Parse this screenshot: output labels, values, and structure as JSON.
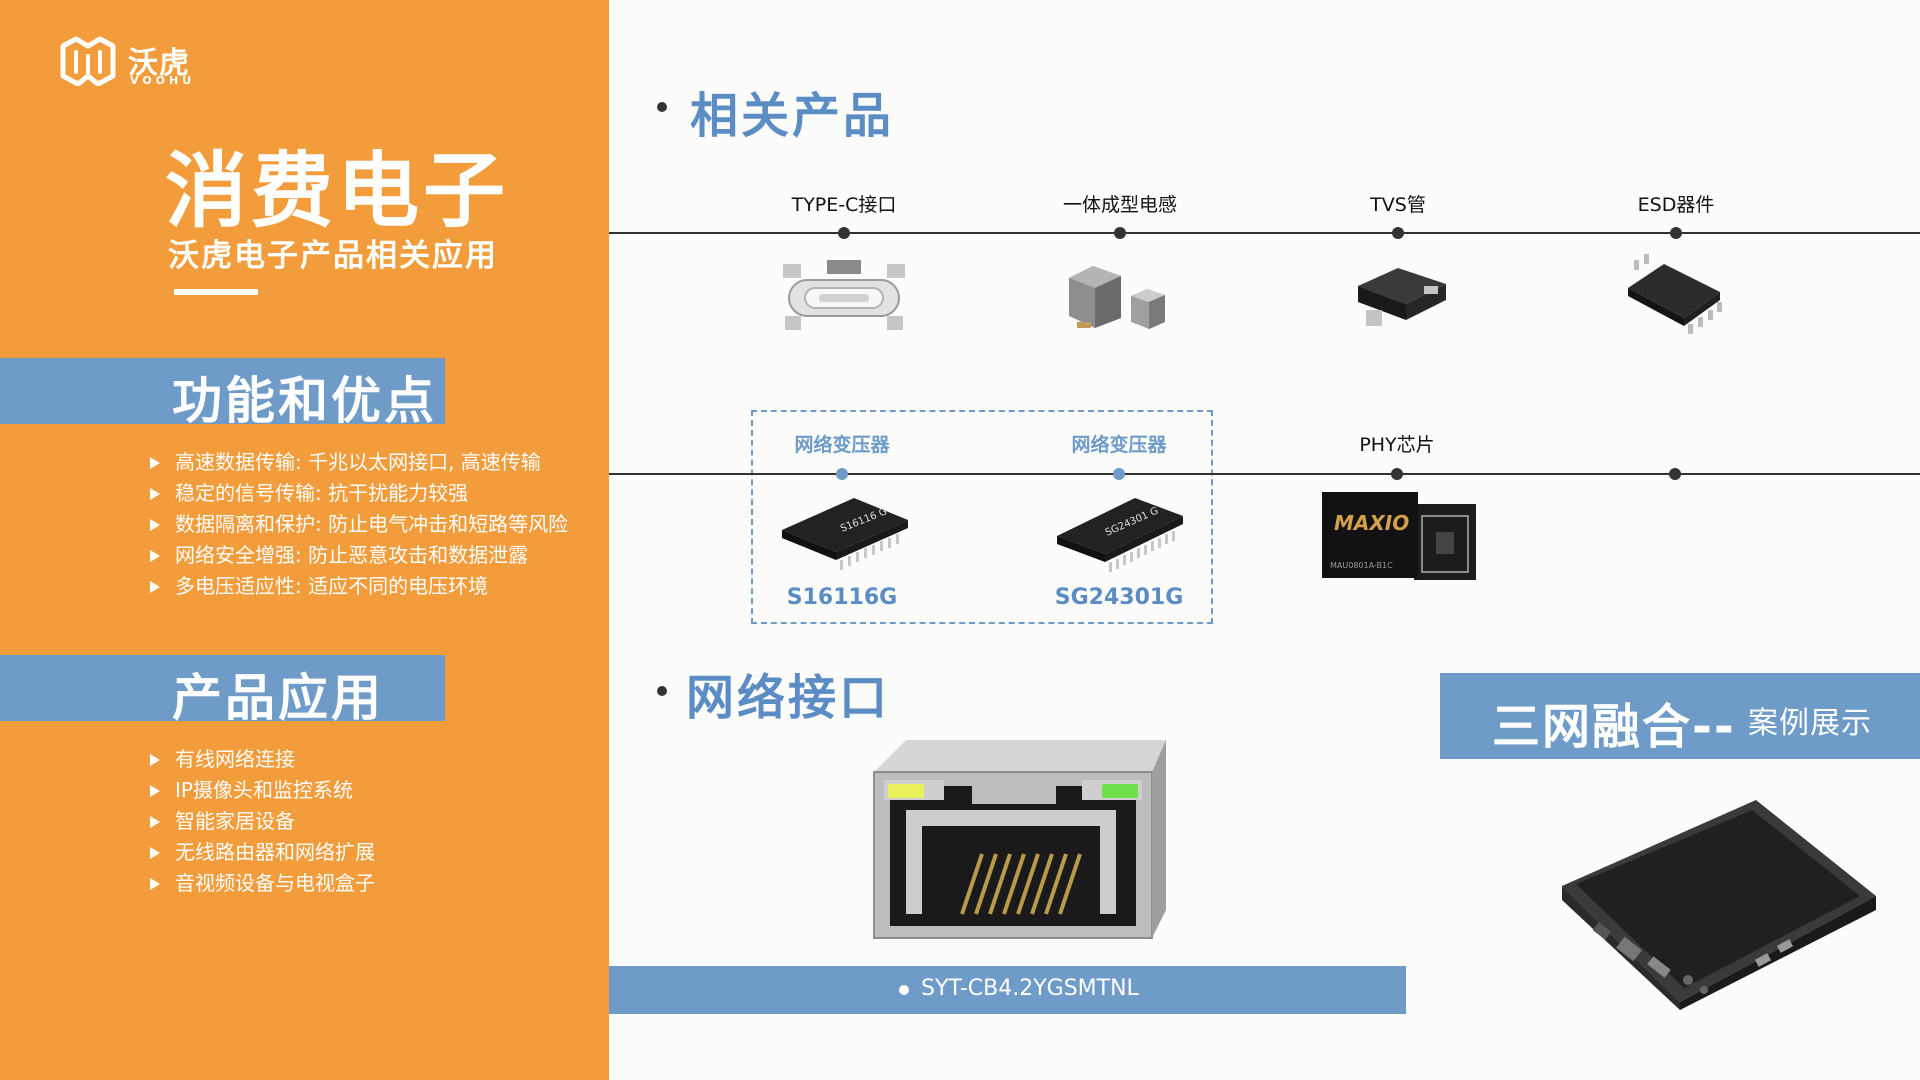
{
  "brand": {
    "name_cn": "沃虎",
    "name_en": "VOOHU"
  },
  "left": {
    "title": "消费电子",
    "subtitle": "沃虎电子产品相关应用",
    "features_heading": "功能和优点",
    "features": [
      "高速数据传输: 千兆以太网接口, 高速传输",
      "稳定的信号传输: 抗干扰能力较强",
      "数据隔离和保护: 防止电气冲击和短路等风险",
      "网络安全增强: 防止恶意攻击和数据泄露",
      "多电压适应性: 适应不同的电压环境"
    ],
    "apps_heading": "产品应用",
    "apps": [
      "有线网络连接",
      "IP摄像头和监控系统",
      "智能家居设备",
      "无线路由器和网络扩展",
      "音视频设备与电视盒子"
    ]
  },
  "related": {
    "heading": "相关产品",
    "row1": [
      "TYPE-C接口",
      "一体成型电感",
      "TVS管",
      "ESD器件"
    ],
    "row2": [
      "网络变压器",
      "网络变压器",
      "PHY芯片"
    ],
    "part_numbers": [
      "S16116G",
      "SG24301G"
    ],
    "chip_marks": [
      "S16116 G",
      "SG24301 G"
    ],
    "phy_mark": "MAXIO",
    "phy_code": "MAU0801A-B1C"
  },
  "network": {
    "heading": "网络接口",
    "model": "SYT-CB4.2YGSMTNL"
  },
  "case": {
    "title": "三网融合--",
    "subtitle": "案例展示"
  },
  "colors": {
    "orange": "#f39c3b",
    "blue": "#6f9bc9",
    "heading_blue": "#5b8dc4"
  }
}
